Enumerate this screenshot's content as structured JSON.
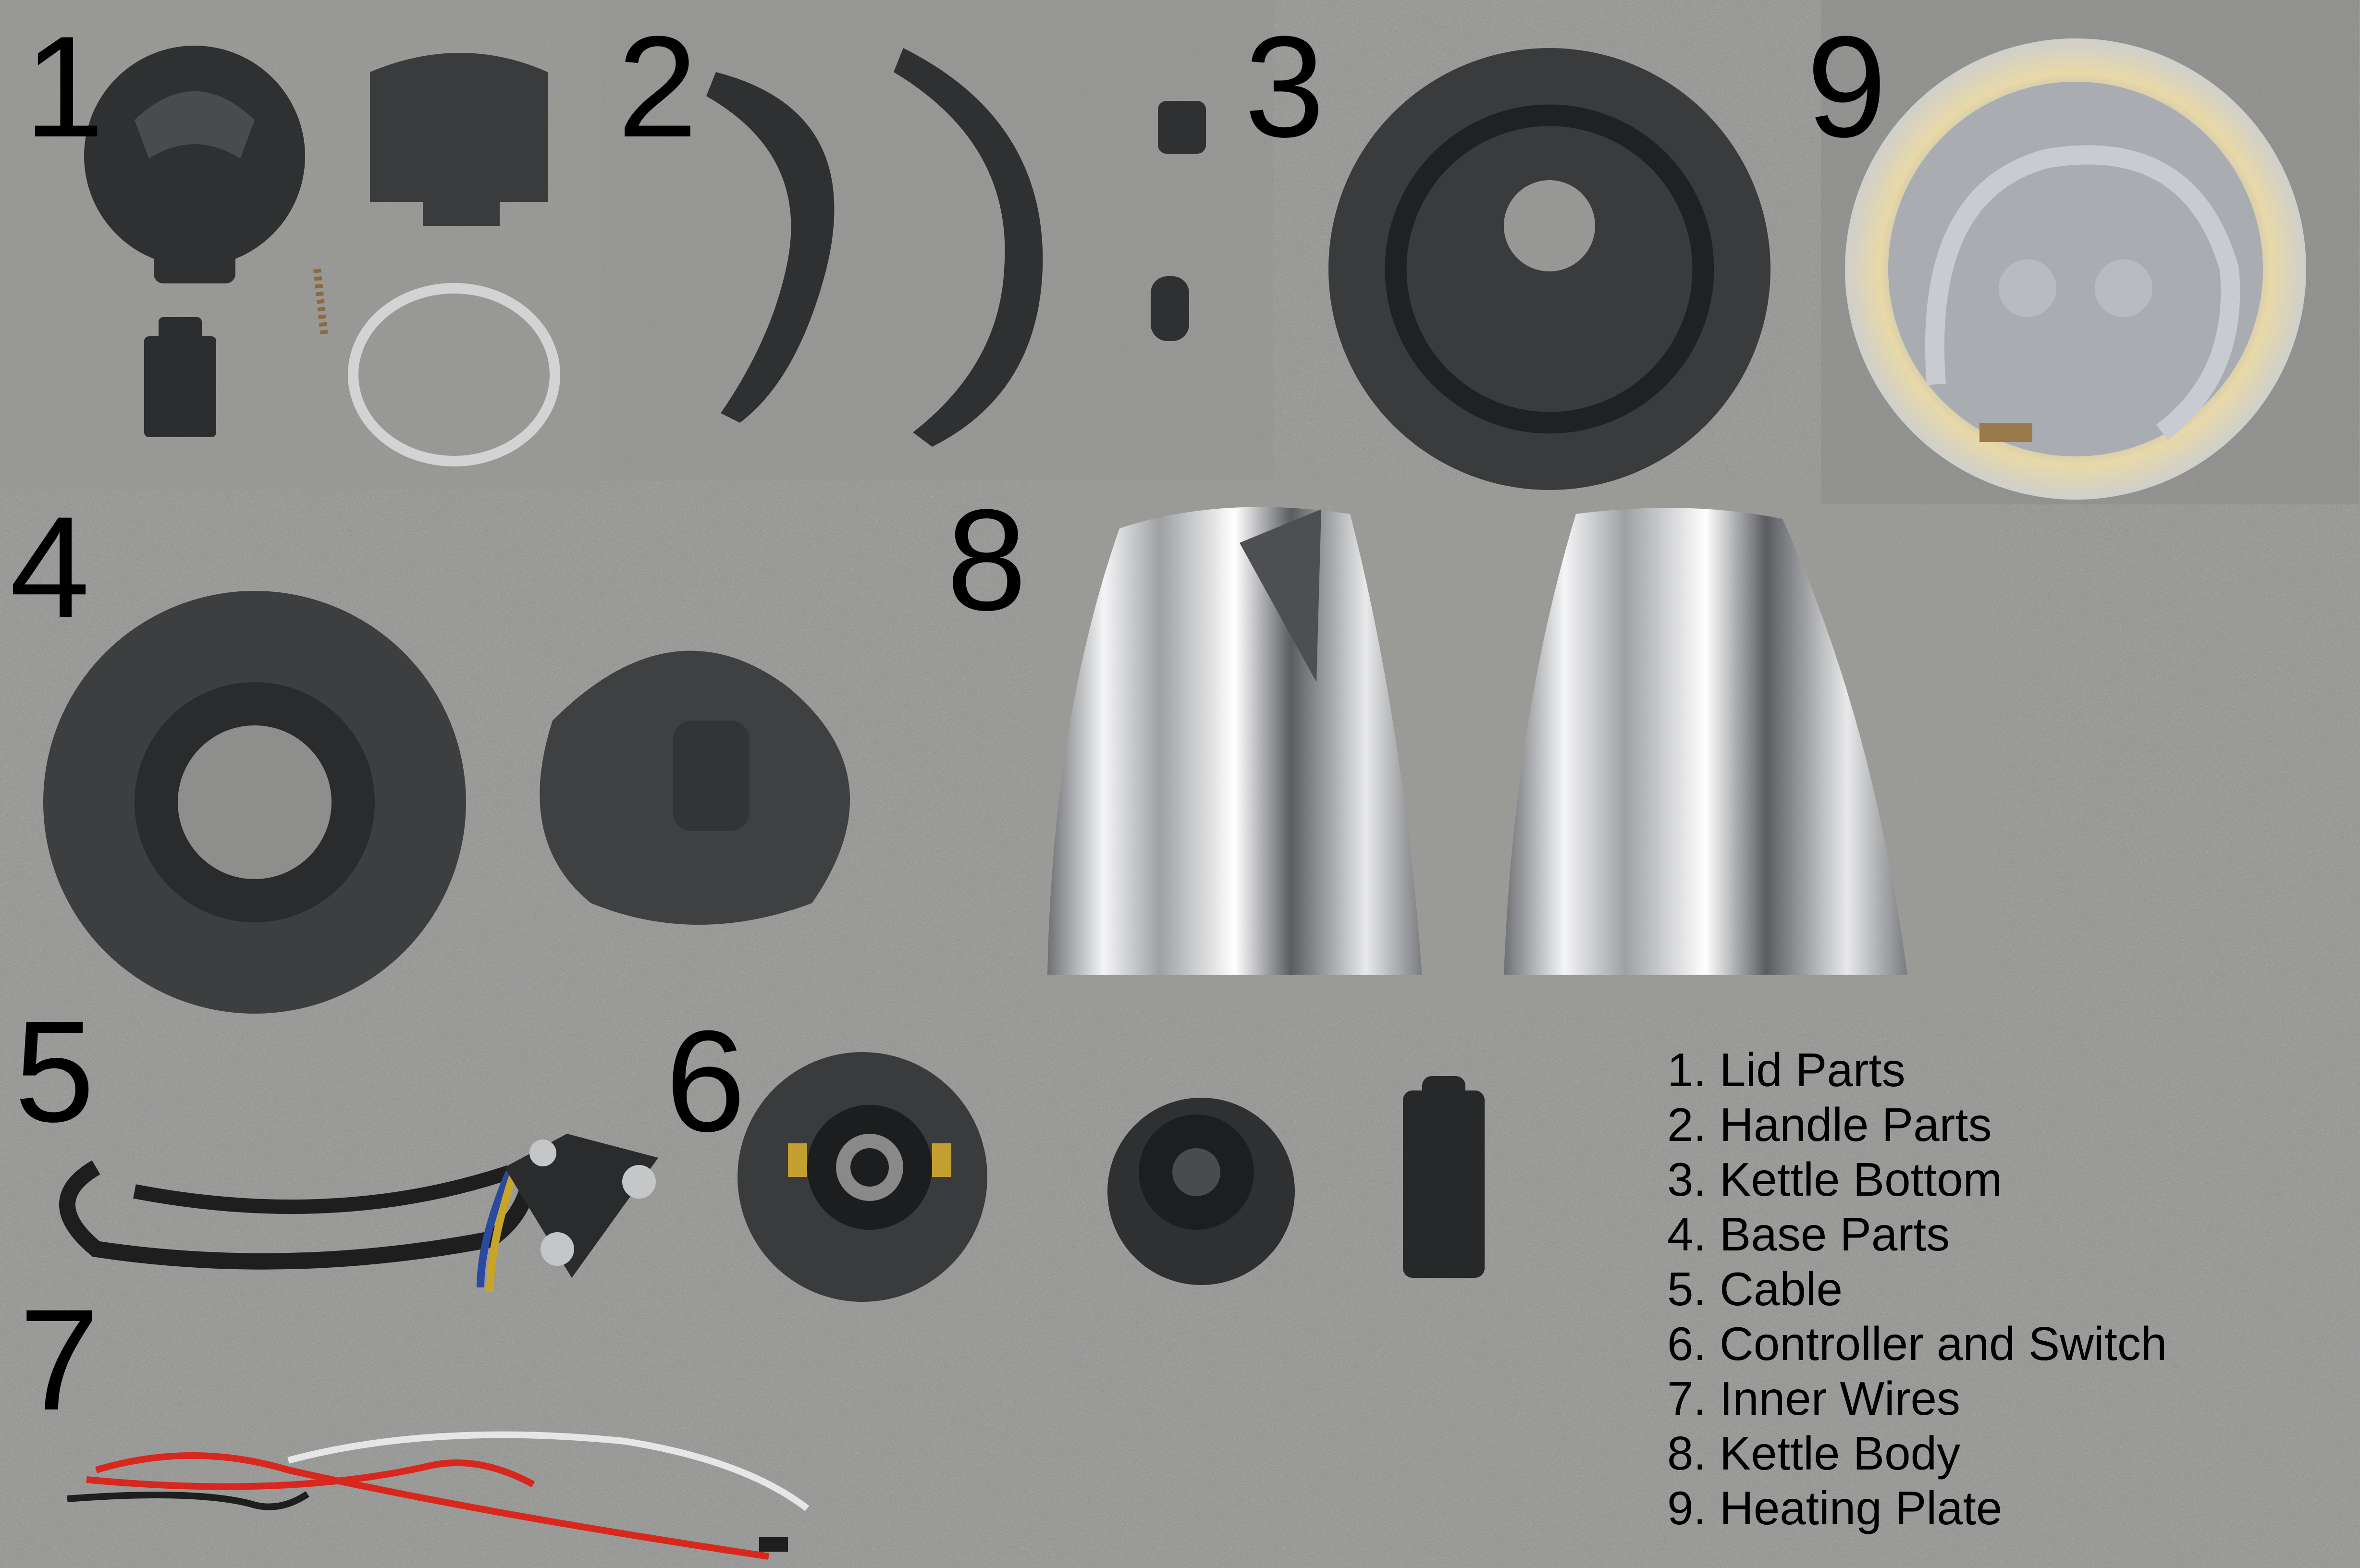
{
  "numbers": [
    "1",
    "2",
    "3",
    "4",
    "5",
    "6",
    "7",
    "8",
    "9"
  ],
  "legend": [
    "1. Lid Parts",
    "2. Handle Parts",
    "3. Kettle Bottom",
    "4. Base Parts",
    "5. Cable",
    "6. Controller and Switch",
    "7. Inner Wires",
    "8. Kettle Body",
    "9. Heating Plate"
  ],
  "colors": {
    "background": "#8e8e8c",
    "plastic": "#3a3b3d",
    "steel": "#d9dadb",
    "wire_red": "#d8281e",
    "text": "#000000"
  }
}
